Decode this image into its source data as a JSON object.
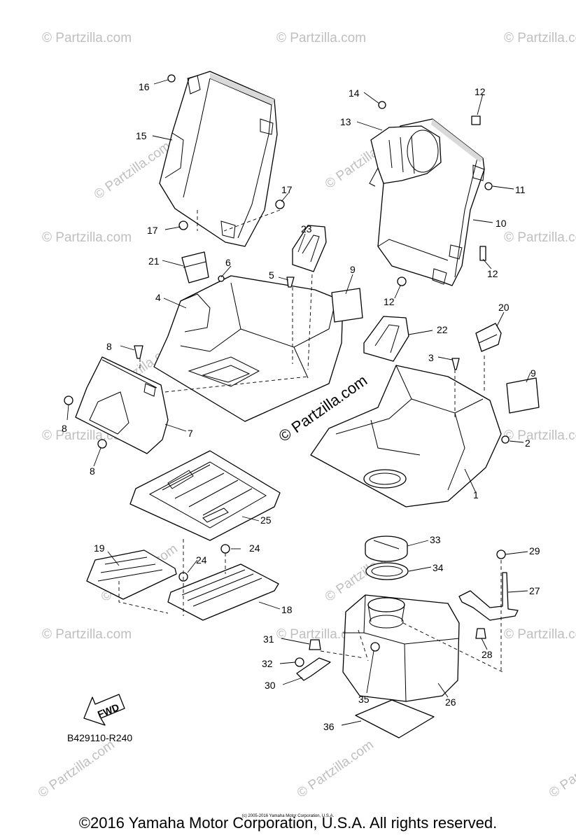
{
  "diagram_code": "B429110-R240",
  "fwd_label": "FWD",
  "watermark_text": "© Partzilla.com",
  "center_watermark": "© Partzilla.com",
  "copyright": "©2016 Yamaha Motor Corporation, U.S.A. All rights reserved.",
  "small_copyright": "(c) 2005-2016 Yamaha Motor Corporation, U.S.A.",
  "callouts": {
    "c1": "1",
    "c2": "2",
    "c3": "3",
    "c4": "4",
    "c5": "5",
    "c6": "6",
    "c7": "7",
    "c8a": "8",
    "c8b": "8",
    "c8c": "8",
    "c9a": "9",
    "c9b": "9",
    "c10": "10",
    "c11": "11",
    "c12a": "12",
    "c12b": "12",
    "c12c": "12",
    "c13": "13",
    "c14": "14",
    "c15": "15",
    "c16": "16",
    "c17a": "17",
    "c17b": "17",
    "c18": "18",
    "c19": "19",
    "c20": "20",
    "c21": "21",
    "c22": "22",
    "c23": "23",
    "c24a": "24",
    "c24b": "24",
    "c25": "25",
    "c26": "26",
    "c27": "27",
    "c28": "28",
    "c29": "29",
    "c30": "30",
    "c31": "31",
    "c32": "32",
    "c33": "33",
    "c34": "34",
    "c35": "35",
    "c36": "36"
  }
}
